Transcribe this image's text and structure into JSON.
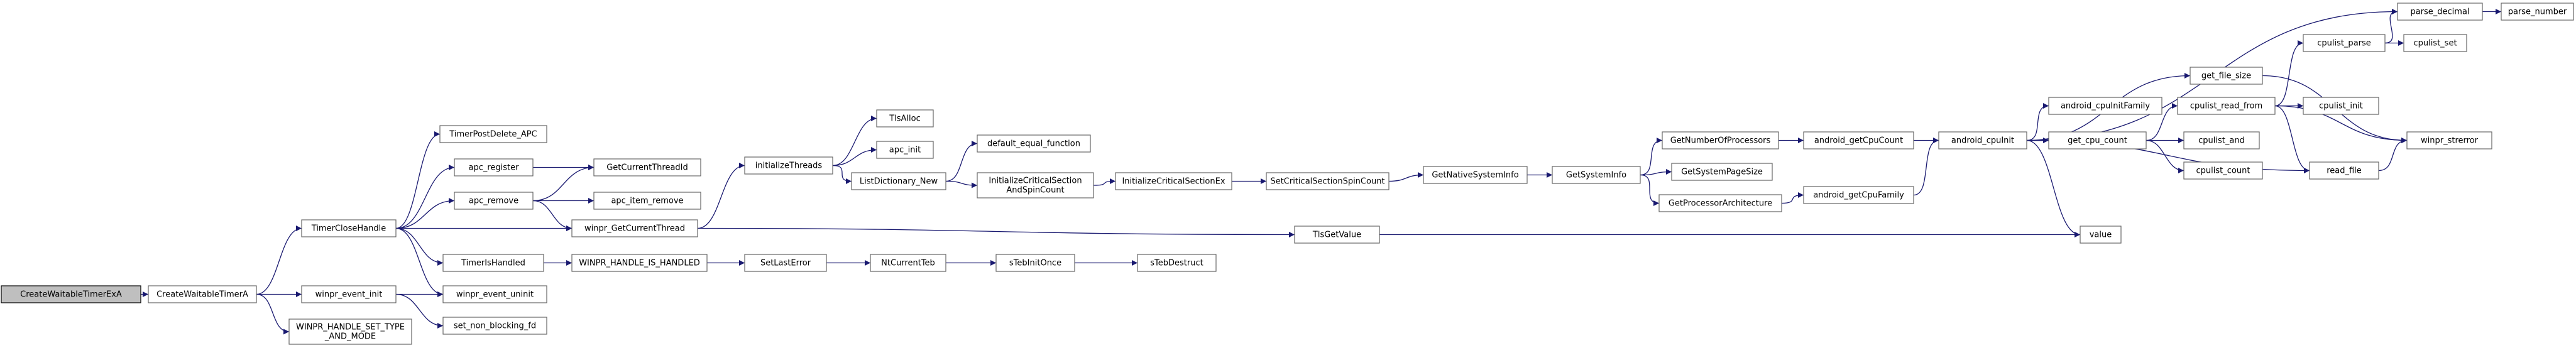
{
  "graph": {
    "edge_color": "#191970",
    "root_fill": "#bfbfbf",
    "nodes": [
      {
        "id": "n1",
        "lines": [
          "CreateWaitableTimerExA"
        ],
        "root": true
      },
      {
        "id": "n2",
        "lines": [
          "CreateWaitableTimerA"
        ]
      },
      {
        "id": "n3",
        "lines": [
          "TimerCloseHandle"
        ]
      },
      {
        "id": "n4",
        "lines": [
          "winpr_event_init"
        ]
      },
      {
        "id": "n5",
        "lines": [
          "WINPR_HANDLE_SET_TYPE",
          "_AND_MODE"
        ]
      },
      {
        "id": "n6",
        "lines": [
          "TimerPostDelete_APC"
        ]
      },
      {
        "id": "n7",
        "lines": [
          "apc_register"
        ]
      },
      {
        "id": "n8",
        "lines": [
          "apc_remove"
        ]
      },
      {
        "id": "n9",
        "lines": [
          "TimerIsHandled"
        ]
      },
      {
        "id": "n10",
        "lines": [
          "winpr_event_uninit"
        ]
      },
      {
        "id": "n11",
        "lines": [
          "set_non_blocking_fd"
        ]
      },
      {
        "id": "n12",
        "lines": [
          "GetCurrentThreadId"
        ]
      },
      {
        "id": "n13",
        "lines": [
          "apc_item_remove"
        ]
      },
      {
        "id": "n14",
        "lines": [
          "winpr_GetCurrentThread"
        ]
      },
      {
        "id": "n15",
        "lines": [
          "WINPR_HANDLE_IS_HANDLED"
        ]
      },
      {
        "id": "n16",
        "lines": [
          "initializeThreads"
        ]
      },
      {
        "id": "n17",
        "lines": [
          "TlsAlloc"
        ]
      },
      {
        "id": "n18",
        "lines": [
          "apc_init"
        ]
      },
      {
        "id": "n19",
        "lines": [
          "ListDictionary_New"
        ]
      },
      {
        "id": "n20",
        "lines": [
          "default_equal_function"
        ]
      },
      {
        "id": "n21",
        "lines": [
          "InitializeCriticalSection",
          "AndSpinCount"
        ]
      },
      {
        "id": "n22",
        "lines": [
          "InitializeCriticalSectionEx"
        ]
      },
      {
        "id": "n23",
        "lines": [
          "SetCriticalSectionSpinCount"
        ]
      },
      {
        "id": "n24",
        "lines": [
          "GetNativeSystemInfo"
        ]
      },
      {
        "id": "n25",
        "lines": [
          "GetSystemInfo"
        ]
      },
      {
        "id": "n26",
        "lines": [
          "GetNumberOfProcessors"
        ]
      },
      {
        "id": "n27",
        "lines": [
          "GetSystemPageSize"
        ]
      },
      {
        "id": "n28",
        "lines": [
          "GetProcessorArchitecture"
        ]
      },
      {
        "id": "n29",
        "lines": [
          "android_getCpuCount"
        ]
      },
      {
        "id": "n30",
        "lines": [
          "android_getCpuFamily"
        ]
      },
      {
        "id": "n31",
        "lines": [
          "android_cpuInit"
        ]
      },
      {
        "id": "n32",
        "lines": [
          "android_cpuInitFamily"
        ]
      },
      {
        "id": "n33",
        "lines": [
          "get_file_size"
        ]
      },
      {
        "id": "n34",
        "lines": [
          "get_cpu_count"
        ]
      },
      {
        "id": "n35",
        "lines": [
          "cpulist_read_from"
        ]
      },
      {
        "id": "n36",
        "lines": [
          "cpulist_and"
        ]
      },
      {
        "id": "n37",
        "lines": [
          "cpulist_count"
        ]
      },
      {
        "id": "n38",
        "lines": [
          "cpulist_parse"
        ]
      },
      {
        "id": "n39",
        "lines": [
          "cpulist_init"
        ]
      },
      {
        "id": "n40",
        "lines": [
          "read_file"
        ]
      },
      {
        "id": "n41",
        "lines": [
          "cpulist_set"
        ]
      },
      {
        "id": "n42",
        "lines": [
          "parse_decimal"
        ]
      },
      {
        "id": "n43",
        "lines": [
          "parse_number"
        ]
      },
      {
        "id": "n44",
        "lines": [
          "winpr_strerror"
        ]
      },
      {
        "id": "n45",
        "lines": [
          "value"
        ]
      },
      {
        "id": "n46",
        "lines": [
          "TlsGetValue"
        ]
      },
      {
        "id": "n47",
        "lines": [
          "SetLastError"
        ]
      },
      {
        "id": "n48",
        "lines": [
          "NtCurrentTeb"
        ]
      },
      {
        "id": "n49",
        "lines": [
          "sTebInitOnce"
        ]
      },
      {
        "id": "n50",
        "lines": [
          "sTebDestruct"
        ]
      }
    ],
    "edges": [
      [
        "n1",
        "n2"
      ],
      [
        "n2",
        "n3"
      ],
      [
        "n2",
        "n4"
      ],
      [
        "n2",
        "n5"
      ],
      [
        "n3",
        "n6"
      ],
      [
        "n3",
        "n7"
      ],
      [
        "n3",
        "n8"
      ],
      [
        "n3",
        "n9"
      ],
      [
        "n3",
        "n10"
      ],
      [
        "n3",
        "n14"
      ],
      [
        "n4",
        "n10"
      ],
      [
        "n4",
        "n11"
      ],
      [
        "n7",
        "n12"
      ],
      [
        "n8",
        "n12"
      ],
      [
        "n8",
        "n13"
      ],
      [
        "n8",
        "n14"
      ],
      [
        "n9",
        "n15"
      ],
      [
        "n14",
        "n16"
      ],
      [
        "n14",
        "n46"
      ],
      [
        "n15",
        "n47"
      ],
      [
        "n47",
        "n48"
      ],
      [
        "n48",
        "n49"
      ],
      [
        "n49",
        "n50"
      ],
      [
        "n16",
        "n17"
      ],
      [
        "n16",
        "n18"
      ],
      [
        "n16",
        "n19"
      ],
      [
        "n19",
        "n20"
      ],
      [
        "n19",
        "n21"
      ],
      [
        "n21",
        "n22"
      ],
      [
        "n22",
        "n23"
      ],
      [
        "n23",
        "n24"
      ],
      [
        "n24",
        "n25"
      ],
      [
        "n25",
        "n26"
      ],
      [
        "n25",
        "n27"
      ],
      [
        "n25",
        "n28"
      ],
      [
        "n26",
        "n29"
      ],
      [
        "n28",
        "n30"
      ],
      [
        "n29",
        "n31"
      ],
      [
        "n30",
        "n31"
      ],
      [
        "n31",
        "n32"
      ],
      [
        "n31",
        "n33"
      ],
      [
        "n31",
        "n34"
      ],
      [
        "n31",
        "n40"
      ],
      [
        "n31",
        "n42"
      ],
      [
        "n31",
        "n45"
      ],
      [
        "n33",
        "n44"
      ],
      [
        "n34",
        "n35"
      ],
      [
        "n34",
        "n36"
      ],
      [
        "n34",
        "n37"
      ],
      [
        "n35",
        "n38"
      ],
      [
        "n35",
        "n39"
      ],
      [
        "n35",
        "n40"
      ],
      [
        "n35",
        "n44"
      ],
      [
        "n38",
        "n41"
      ],
      [
        "n38",
        "n42"
      ],
      [
        "n42",
        "n43"
      ],
      [
        "n40",
        "n44"
      ],
      [
        "n46",
        "n45"
      ]
    ]
  }
}
